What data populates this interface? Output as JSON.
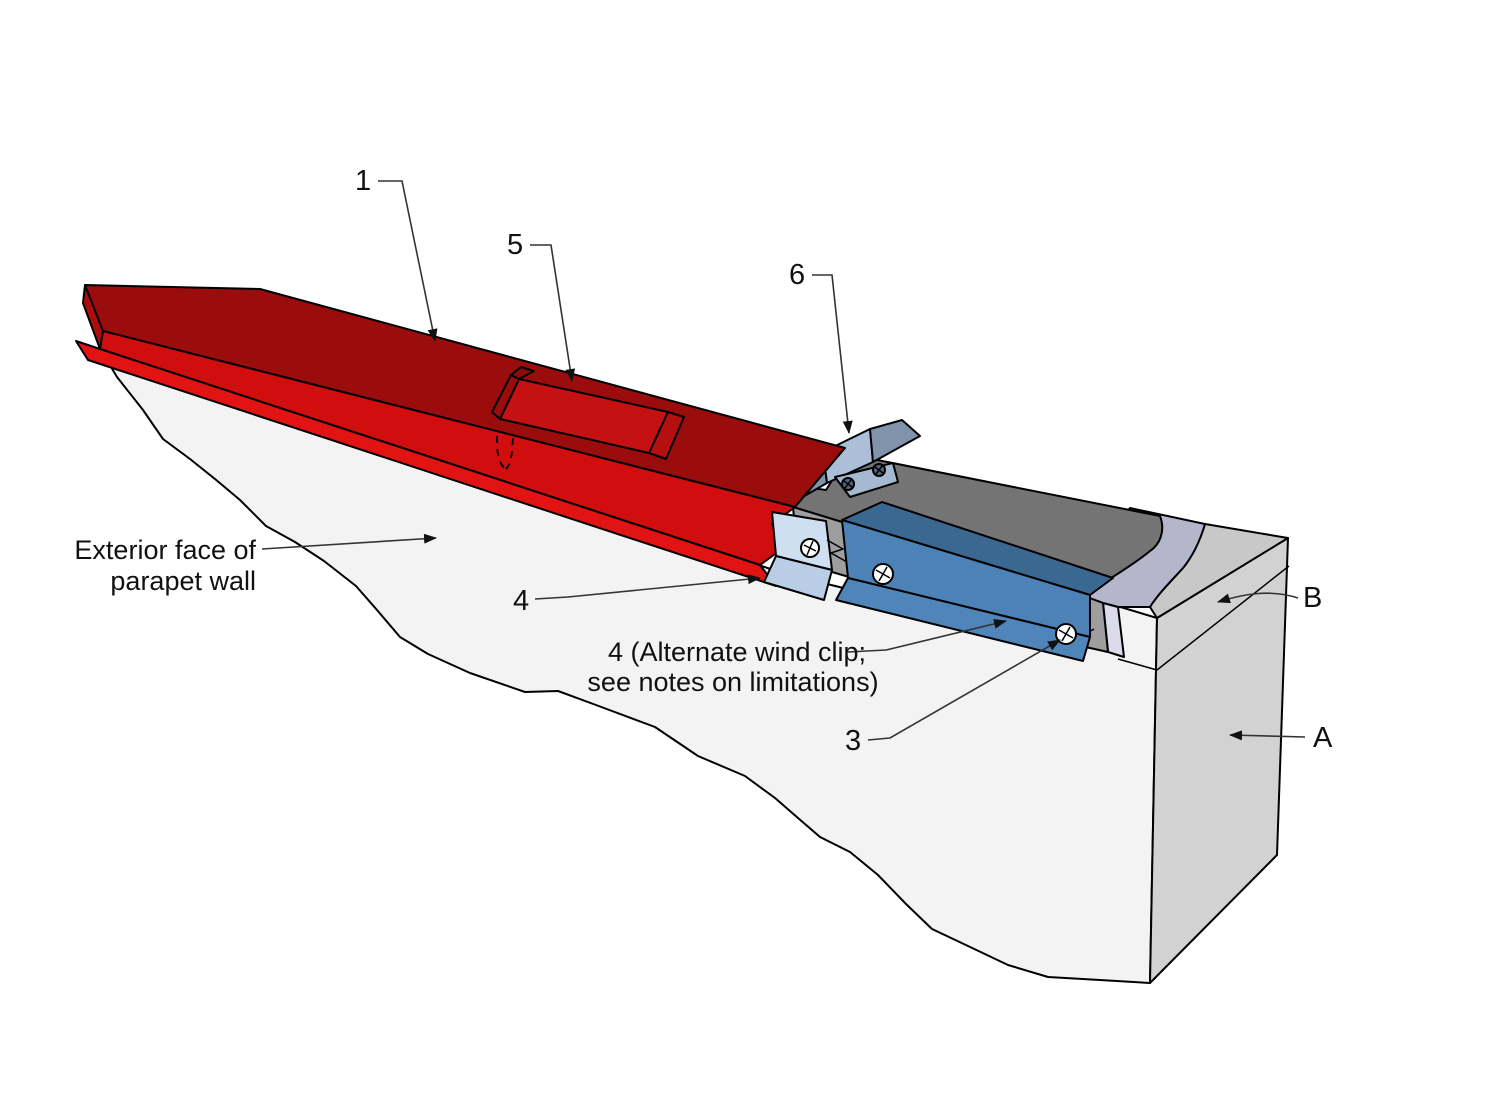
{
  "figure": {
    "kind": "construction-detail-diagram",
    "callouts": {
      "coping": "1",
      "seam_cover": "5",
      "back_clip": "6",
      "wind_clip": "4",
      "fastener": "3",
      "wall": "A",
      "wall_top": "B",
      "alt_wind_clip": [
        "4 (Alternate wind clip;",
        "see notes on limitations)"
      ]
    },
    "annotation": {
      "exterior_face": [
        "Exterior face of",
        "parapet wall"
      ]
    },
    "colors": {
      "background": "#ffffff",
      "coping_top": "#9B0C0C",
      "coping_fascia": "#D10E0E",
      "coping_drip": "#E21313",
      "coping_end": "#AF0D0D",
      "seam_top": "#C51111",
      "seam_upstand": "#9E0B0B",
      "seam_tab": "#8F0A0A",
      "seam_fold": "#B50F0F",
      "cleat_top": "#747474",
      "cleat_front": "#9E9E9E",
      "membrane": "#B5B5CB",
      "membrane_light": "#DBDBEC",
      "clip6_wing": "#8093AB",
      "clip6_tab": "#ABC0D8",
      "clip6_plate": "#A5B9D2",
      "clip6_screw": "#55657D",
      "clip4_face": "#CFDFF2",
      "clip4_flange": "#B9CDE7",
      "blueclip_top": "#3A6890",
      "blueclip_face": "#4C82B6",
      "blueclip_flange": "#4F85B9",
      "wall_front": "#F3F3F3",
      "wall_end": "#D2D2D2",
      "wall_top": "#C8C8C8",
      "screw_face": "#FFFFFF"
    }
  }
}
